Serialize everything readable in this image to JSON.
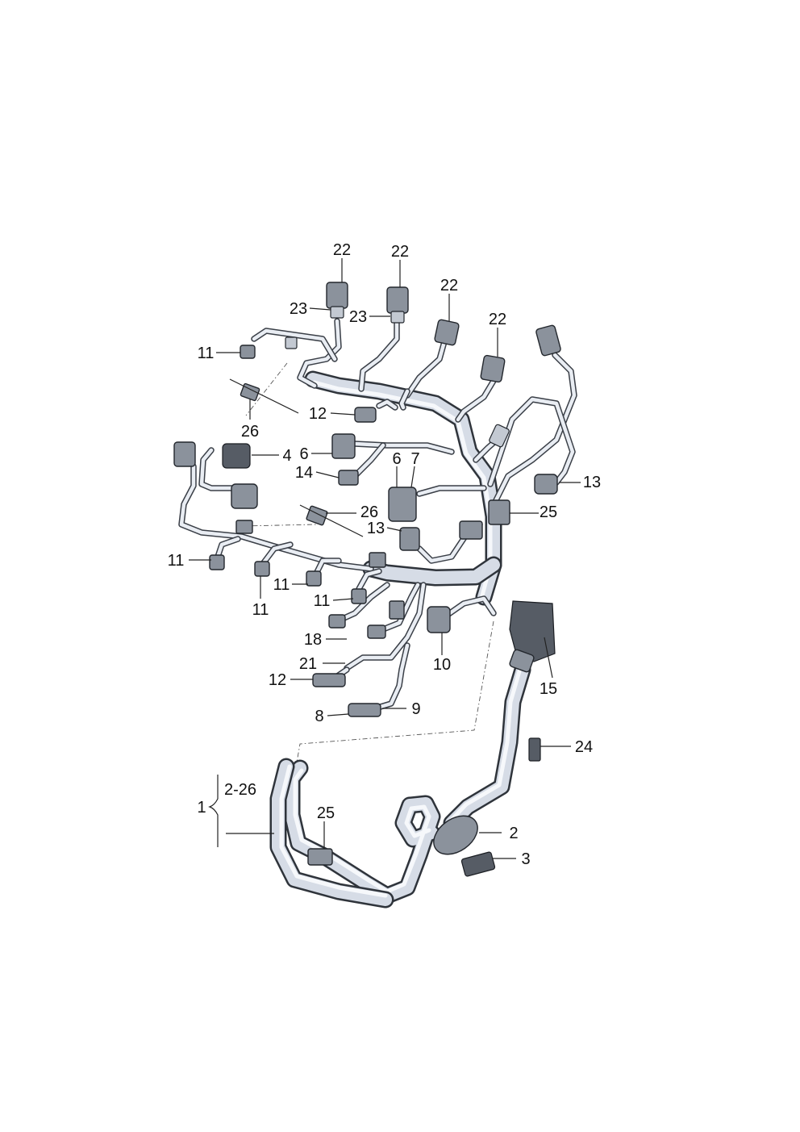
{
  "diagram": {
    "callouts": [
      {
        "id": "c-22a",
        "text": "22"
      },
      {
        "id": "c-22b",
        "text": "22"
      },
      {
        "id": "c-22c",
        "text": "22"
      },
      {
        "id": "c-22d",
        "text": "22"
      },
      {
        "id": "c-23a",
        "text": "23"
      },
      {
        "id": "c-23b",
        "text": "23"
      },
      {
        "id": "c-11a",
        "text": "11"
      },
      {
        "id": "c-26a",
        "text": "26"
      },
      {
        "id": "c-12a",
        "text": "12"
      },
      {
        "id": "c-4",
        "text": "4"
      },
      {
        "id": "c-6a",
        "text": "6"
      },
      {
        "id": "c-14",
        "text": "14"
      },
      {
        "id": "c-6b",
        "text": "6"
      },
      {
        "id": "c-7",
        "text": "7"
      },
      {
        "id": "c-13a",
        "text": "13"
      },
      {
        "id": "c-26b",
        "text": "26"
      },
      {
        "id": "c-25a",
        "text": "25"
      },
      {
        "id": "c-13b",
        "text": "13"
      },
      {
        "id": "c-11b",
        "text": "11"
      },
      {
        "id": "c-11c",
        "text": "11"
      },
      {
        "id": "c-11d",
        "text": "11"
      },
      {
        "id": "c-11e",
        "text": "11"
      },
      {
        "id": "c-18",
        "text": "18"
      },
      {
        "id": "c-10",
        "text": "10"
      },
      {
        "id": "c-21",
        "text": "21"
      },
      {
        "id": "c-12b",
        "text": "12"
      },
      {
        "id": "c-15",
        "text": "15"
      },
      {
        "id": "c-8",
        "text": "8"
      },
      {
        "id": "c-9",
        "text": "9"
      },
      {
        "id": "c-24",
        "text": "24"
      },
      {
        "id": "c-1",
        "text": "1"
      },
      {
        "id": "c-2-26",
        "text": "2-26"
      },
      {
        "id": "c-25b",
        "text": "25"
      },
      {
        "id": "c-2",
        "text": "2"
      },
      {
        "id": "c-3",
        "text": "3"
      }
    ]
  }
}
